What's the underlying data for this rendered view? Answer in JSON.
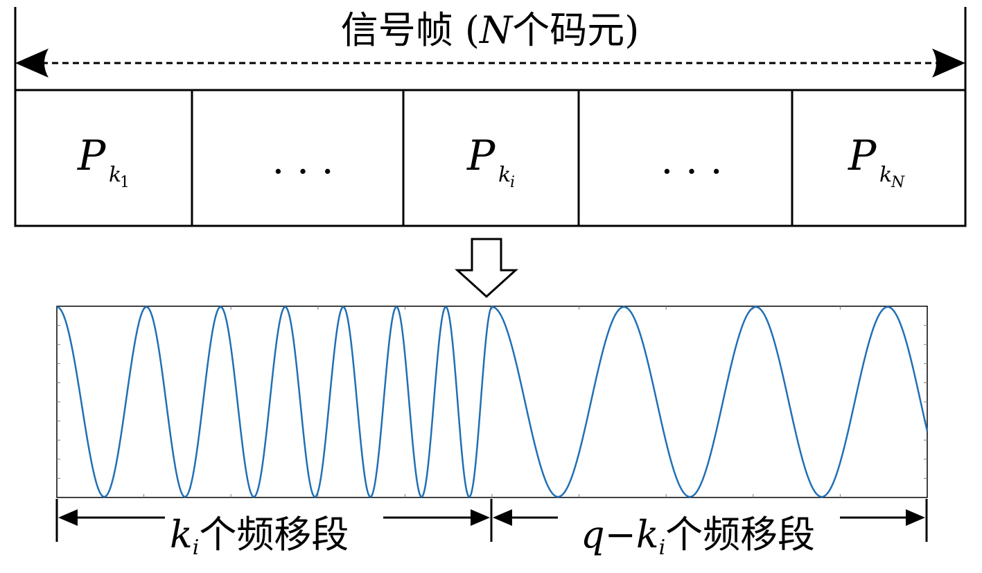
{
  "frame": {
    "title_prefix": "信号帧 (",
    "title_symbol": "N",
    "title_suffix": "个码元)"
  },
  "cells": [
    {
      "kind": "symbol",
      "base": "P",
      "sub": "k",
      "subsub": "1"
    },
    {
      "kind": "ellipsis",
      "text": ". . ."
    },
    {
      "kind": "symbol",
      "base": "P",
      "sub": "k",
      "subsub": "i"
    },
    {
      "kind": "ellipsis",
      "text": ". . ."
    },
    {
      "kind": "symbol",
      "base": "P",
      "sub": "k",
      "subsub": "N"
    }
  ],
  "segments": {
    "left": {
      "var": "k",
      "sub": "i",
      "text": "个频移段"
    },
    "right": {
      "prefix": "q−",
      "var": "k",
      "sub": "i",
      "text": "个频移段"
    }
  },
  "chart_data": {
    "type": "line",
    "title": "",
    "xlabel": "",
    "ylabel": "",
    "xlim": [
      0,
      1
    ],
    "ylim": [
      -1,
      1
    ],
    "grid": false,
    "series": [
      {
        "segment": "left",
        "x_start": 0,
        "x_end": 0.5,
        "phase_start": 0,
        "cycles": 7,
        "chirp": "increasing"
      },
      {
        "segment": "right",
        "x_start": 0.5,
        "x_end": 1,
        "cycles": 3.3,
        "chirp": "linear"
      }
    ],
    "colors": {
      "line": "#1f6fb5"
    }
  }
}
